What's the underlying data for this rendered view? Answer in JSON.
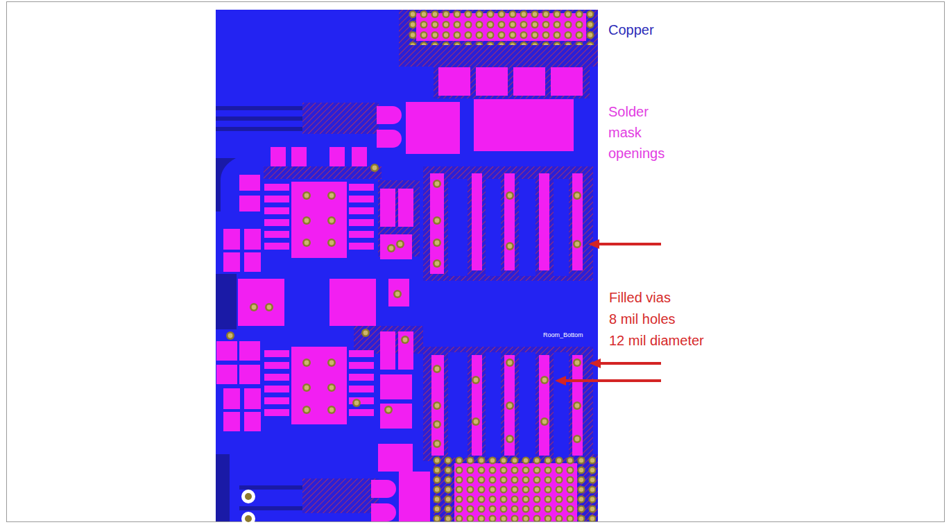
{
  "diagram": {
    "labels": [
      "Copper",
      "Solder mask openings",
      "Filled vias",
      "8 mil holes",
      "12 mil diameter",
      "Room_Bottom"
    ]
  }
}
